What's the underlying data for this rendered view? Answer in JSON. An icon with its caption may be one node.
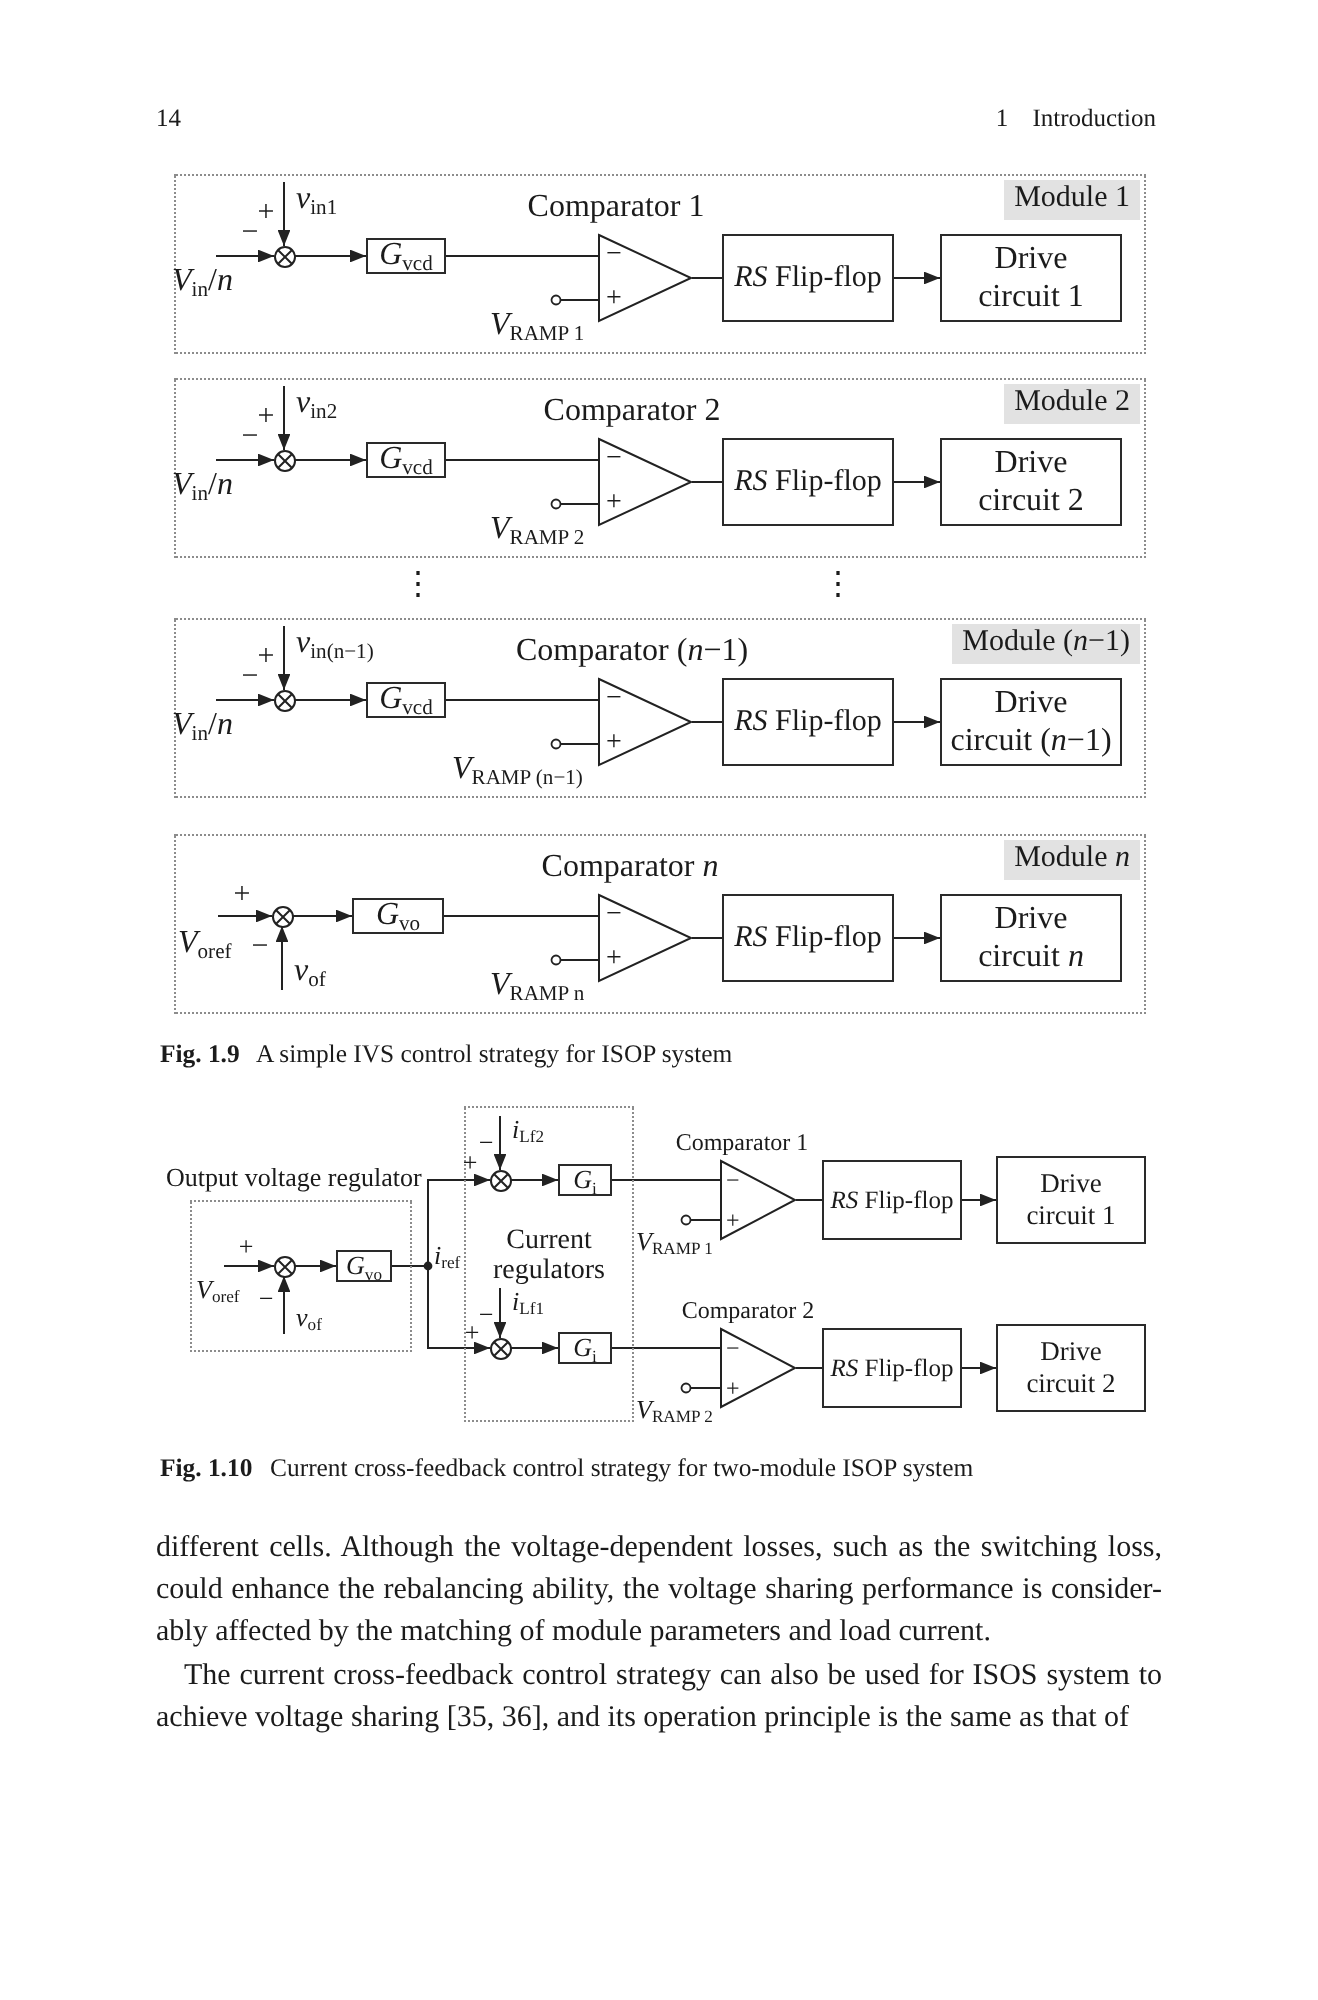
{
  "diagram": {
    "nodes": [
      {
        "text": [
          "Module 1"
        ]
      },
      {
        "text": [
          "*V*$_{in}$/*n*"
        ],
        "in": 0
      },
      {
        "text": [
          "*v*$_{in1}$"
        ],
        "in": 0
      },
      {
        "text": [],
        "shape": "circle",
        "in": 0,
        "beside": [
          "+",
          "−"
        ]
      },
      {
        "text": [
          "*G*$_{vcd}$"
        ],
        "in": 0
      },
      {
        "text": [
          "−",
          "+"
        ],
        "in": 0,
        "beside": [
          "Comparator 1"
        ]
      },
      {
        "text": [
          "*V*$_{RAMP 1}$"
        ],
        "in": 0
      },
      {
        "text": [
          "*RS* Flip-flop"
        ],
        "in": 0
      },
      {
        "text": [
          "Drive circuit 1"
        ],
        "in": 0
      },
      {
        "text": [
          "Module 2"
        ]
      },
      {
        "text": [
          "*V*$_{in}$/*n*"
        ],
        "in": 9
      },
      {
        "text": [
          "*v*$_{in2}$"
        ],
        "in": 9
      },
      {
        "text": [],
        "shape": "circle",
        "in": 9,
        "beside": [
          "+",
          "−"
        ]
      },
      {
        "text": [
          "*G*$_{vcd}$"
        ],
        "in": 9
      },
      {
        "text": [
          "−",
          "+"
        ],
        "in": 9,
        "beside": [
          "Comparator 2"
        ]
      },
      {
        "text": [
          "*V*$_{RAMP 2}$"
        ],
        "in": 9
      },
      {
        "text": [
          "*RS* Flip-flop"
        ],
        "in": 9
      },
      {
        "text": [
          "Drive circuit 2"
        ],
        "in": 9
      },
      {
        "text": [
          "Module (*n*−1)"
        ]
      },
      {
        "text": [
          "*V*$_{in}$/*n*"
        ],
        "in": 18
      },
      {
        "text": [
          "*v*$_{in(n−1)}$"
        ],
        "in": 18
      },
      {
        "text": [],
        "shape": "circle",
        "in": 18,
        "beside": [
          "+",
          "−"
        ]
      },
      {
        "text": [
          "*G*$_{vcd}$"
        ],
        "in": 18
      },
      {
        "text": [
          "−",
          "+"
        ],
        "in": 18,
        "beside": [
          "Comparator (*n*−1)"
        ]
      },
      {
        "text": [
          "*V*$_{RAMP (n−1)}$"
        ],
        "in": 18
      },
      {
        "text": [
          "*RS* Flip-flop"
        ],
        "in": 18
      },
      {
        "text": [
          "Drive circuit (*n*−1)"
        ],
        "in": 18
      },
      {
        "text": [
          "Module *n*"
        ]
      },
      {
        "text": [
          "*V*$_{oref}$"
        ],
        "in": 27
      },
      {
        "text": [
          "*v*$_{of}$"
        ],
        "in": 27
      },
      {
        "text": [],
        "shape": "circle",
        "in": 27,
        "beside": [
          "+",
          "−"
        ]
      },
      {
        "text": [
          "*G*$_{vo}$"
        ],
        "in": 27
      },
      {
        "text": [
          "−",
          "+"
        ],
        "in": 27,
        "beside": [
          "Comparator *n*"
        ]
      },
      {
        "text": [
          "*V*$_{RAMP n}$"
        ],
        "in": 27
      },
      {
        "text": [
          "*RS* Flip-flop"
        ],
        "in": 27
      },
      {
        "text": [
          "Drive circuit *n*"
        ],
        "in": 27
      },
      {
        "text": [
          "Output voltage regulator"
        ]
      },
      {
        "text": [
          "*V*$_{oref}$"
        ],
        "in": 36
      },
      {
        "text": [
          "*v*$_{of}$"
        ],
        "in": 36
      },
      {
        "text": [],
        "shape": "circle",
        "in": 36,
        "beside": [
          "+",
          "−"
        ]
      },
      {
        "text": [
          "*G*$_{vo}$"
        ],
        "in": 36
      },
      {
        "text": [
          "Current regulators"
        ]
      },
      {
        "text": [
          "*i*$_{Lf2}$"
        ],
        "in": 41
      },
      {
        "text": [],
        "shape": "circle",
        "in": 41,
        "beside": [
          "−",
          "+"
        ]
      },
      {
        "text": [
          "*G*$_{i}$"
        ],
        "in": 41
      },
      {
        "text": [
          "*i*$_{Lf1}$"
        ],
        "in": 41
      },
      {
        "text": [],
        "shape": "circle",
        "in": 41,
        "beside": [
          "−",
          "+"
        ]
      },
      {
        "text": [
          "*G*$_{i}$"
        ],
        "in": 41
      },
      {
        "text": [
          "−",
          "+"
        ],
        "beside": [
          "Comparator 1"
        ]
      },
      {
        "text": [
          "*V*$_{RAMP 1}$"
        ]
      },
      {
        "text": [
          "*RS* Flip-flop"
        ]
      },
      {
        "text": [
          "Drive circuit 1"
        ]
      },
      {
        "text": [
          "−",
          "+"
        ],
        "beside": [
          "Comparator 2"
        ]
      },
      {
        "text": [
          "*V*$_{RAMP 2}$"
        ]
      },
      {
        "text": [
          "*RS* Flip-flop"
        ]
      },
      {
        "text": [
          "Drive circuit 2"
        ]
      }
    ],
    "edges": [
      {
        "from": 1,
        "to": 3,
        "arrow": "to"
      },
      {
        "from": 2,
        "to": 3,
        "arrow": "to"
      },
      {
        "from": 3,
        "to": 4,
        "arrow": "to"
      },
      {
        "from": 4,
        "to": 5,
        "arrow": "none"
      },
      {
        "from": 6,
        "to": 5,
        "arrow": "other"
      },
      {
        "from": 5,
        "to": 7,
        "arrow": "none"
      },
      {
        "from": 7,
        "to": 8,
        "arrow": "to"
      },
      {
        "from": 10,
        "to": 12,
        "arrow": "to"
      },
      {
        "from": 11,
        "to": 12,
        "arrow": "to"
      },
      {
        "from": 12,
        "to": 13,
        "arrow": "to"
      },
      {
        "from": 13,
        "to": 14,
        "arrow": "none"
      },
      {
        "from": 15,
        "to": 14,
        "arrow": "other"
      },
      {
        "from": 14,
        "to": 16,
        "arrow": "none"
      },
      {
        "from": 16,
        "to": 17,
        "arrow": "to"
      },
      {
        "from": 19,
        "to": 21,
        "arrow": "to"
      },
      {
        "from": 20,
        "to": 21,
        "arrow": "to"
      },
      {
        "from": 21,
        "to": 22,
        "arrow": "to"
      },
      {
        "from": 22,
        "to": 23,
        "arrow": "none"
      },
      {
        "from": 24,
        "to": 23,
        "arrow": "other"
      },
      {
        "from": 23,
        "to": 25,
        "arrow": "none"
      },
      {
        "from": 25,
        "to": 26,
        "arrow": "to"
      },
      {
        "from": 28,
        "to": 30,
        "arrow": "to"
      },
      {
        "from": 29,
        "to": 30,
        "arrow": "to"
      },
      {
        "from": 30,
        "to": 31,
        "arrow": "to"
      },
      {
        "from": 31,
        "to": 32,
        "arrow": "none"
      },
      {
        "from": 33,
        "to": 32,
        "arrow": "other"
      },
      {
        "from": 32,
        "to": 34,
        "arrow": "none"
      },
      {
        "from": 34,
        "to": 35,
        "arrow": "to"
      },
      {
        "from": 37,
        "to": 39,
        "arrow": "to"
      },
      {
        "from": 38,
        "to": 39,
        "arrow": "to"
      },
      {
        "from": 39,
        "to": 40,
        "arrow": "to"
      },
      {
        "from": 40,
        "to": 43,
        "arrow": "to"
      },
      {
        "from": 40,
        "to": 46,
        "arrow": "to"
      },
      {
        "from": 42,
        "to": 43,
        "arrow": "to"
      },
      {
        "from": 43,
        "to": 44,
        "arrow": "to"
      },
      {
        "from": 45,
        "to": 46,
        "arrow": "to"
      },
      {
        "from": 46,
        "to": 47,
        "arrow": "to"
      },
      {
        "from": 44,
        "to": 48,
        "arrow": "none"
      },
      {
        "from": 49,
        "to": 48,
        "arrow": "other"
      },
      {
        "from": 48,
        "to": 50,
        "arrow": "none"
      },
      {
        "from": 50,
        "to": 51,
        "arrow": "to"
      },
      {
        "from": 47,
        "to": 52,
        "arrow": "none"
      },
      {
        "from": 53,
        "to": 52,
        "arrow": "other"
      },
      {
        "from": 52,
        "to": 54,
        "arrow": "none"
      },
      {
        "from": 54,
        "to": 55,
        "arrow": "to"
      }
    ],
    "labels": [
      "14",
      "1 Introduction",
      "⋮",
      "⋮",
      "**Fig. 1.9** A simple IVS control strategy for ISOP system",
      "*i*$_{ref}$",
      "**Fig. 1.10** Current cross-feedback control strategy for two-module ISOP system",
      "different cells. Although the voltage-dependent losses, such as the switching loss, could enhance the rebalancing ability, the voltage sharing performance is consider-ably affected by the matching of module parameters and load current.",
      "The current cross-feedback control strategy can also be used for ISOS system to achieve voltage sharing [35, 36], and its operation principle is the same as that of"
    ]
  }
}
